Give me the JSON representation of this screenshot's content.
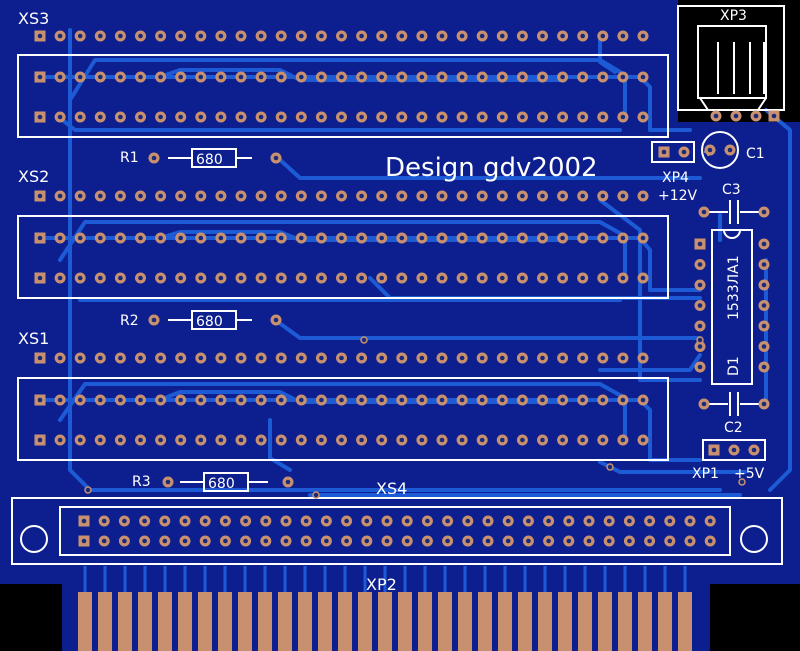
{
  "title": "Design gdv2002",
  "colors": {
    "board": "#0d1f8f",
    "trace": "#1d5bd6",
    "pad": "#c8906e",
    "hole": "#1a2a7a",
    "silk": "#ffffff",
    "finger": "#c8906e",
    "background": "#000000"
  },
  "connectors": {
    "xs3": "XS3",
    "xs2": "XS2",
    "xs1": "XS1",
    "xs4": "XS4",
    "xp1": "XP1",
    "xp2": "XP2",
    "xp3": "XP3",
    "xp4": "XP4"
  },
  "resistors": [
    {
      "ref": "R1",
      "value": "680"
    },
    {
      "ref": "R2",
      "value": "680"
    },
    {
      "ref": "R3",
      "value": "680"
    }
  ],
  "capacitors": {
    "c1": "C1",
    "c2": "C2",
    "c3": "C3"
  },
  "chip": {
    "ref": "D1",
    "part": "1533ЛА1"
  },
  "voltages": {
    "plus12": "+12V",
    "plus5": "+5V"
  }
}
